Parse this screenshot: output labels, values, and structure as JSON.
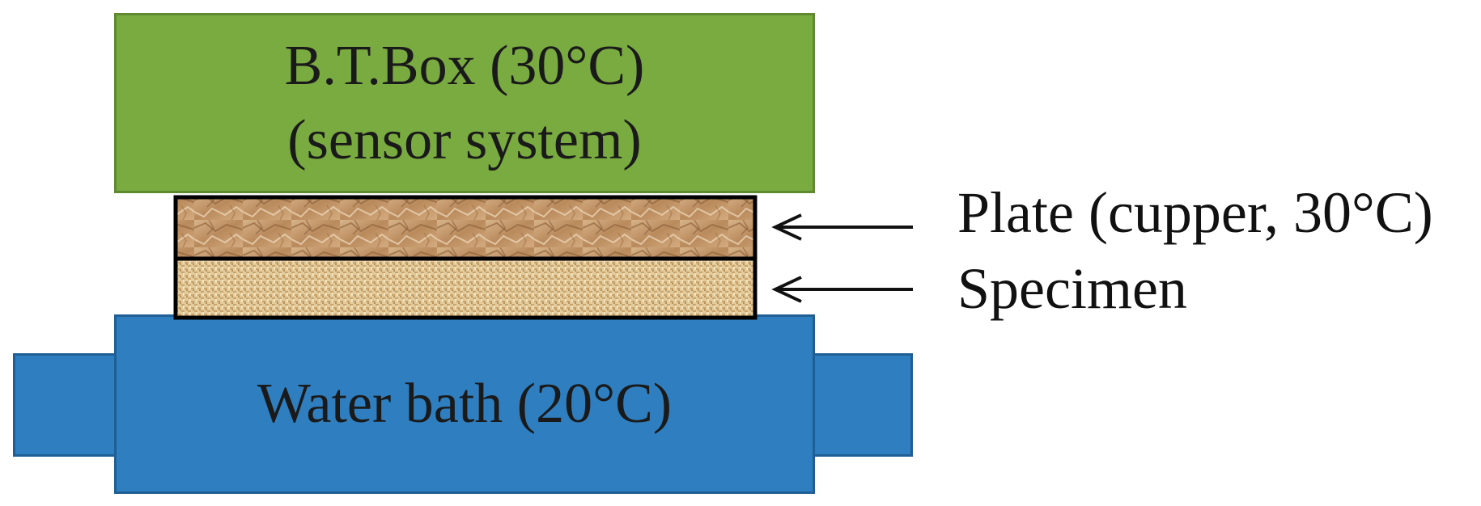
{
  "diagram": {
    "bt_box": {
      "line1": "B.T.Box (30°C)",
      "line2": "(sensor system)",
      "color": "#7aab41"
    },
    "plate": {
      "label": "Plate (cupper, 30°C)",
      "color": "#c8a074"
    },
    "specimen": {
      "label": "Specimen",
      "color": "#e0c898"
    },
    "water_bath": {
      "label": "Water bath (20°C)",
      "color": "#2f7fc0"
    }
  }
}
